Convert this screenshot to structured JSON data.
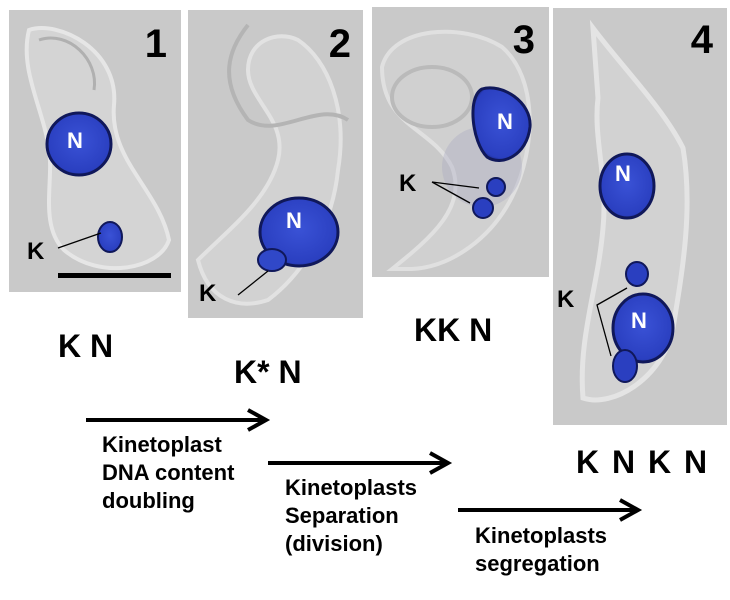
{
  "panels": [
    {
      "number": "1",
      "nucleus_labels": [
        "N"
      ],
      "kinetoplast_label": "K",
      "has_scale_bar": true
    },
    {
      "number": "2",
      "nucleus_labels": [
        "N"
      ],
      "kinetoplast_label": "K"
    },
    {
      "number": "3",
      "nucleus_labels": [
        "N"
      ],
      "kinetoplast_label": "K"
    },
    {
      "number": "4",
      "nucleus_labels": [
        "N",
        "N"
      ],
      "kinetoplast_label": "K"
    }
  ],
  "stages": [
    {
      "label": "K N"
    },
    {
      "label": "K* N"
    },
    {
      "label": "KK N"
    },
    {
      "label": "K N K N"
    }
  ],
  "steps": [
    {
      "lines": [
        "Kinetoplast",
        "DNA content",
        "doubling"
      ]
    },
    {
      "lines": [
        "Kinetoplasts",
        "Separation",
        "(division)"
      ]
    },
    {
      "lines": [
        "Kinetoplasts",
        "segregation"
      ]
    }
  ],
  "colors": {
    "nucleus": "#2a3fc0",
    "nucleus_edge": "#10185a",
    "background_panel": "#c8c8c8",
    "text": "#000000"
  }
}
